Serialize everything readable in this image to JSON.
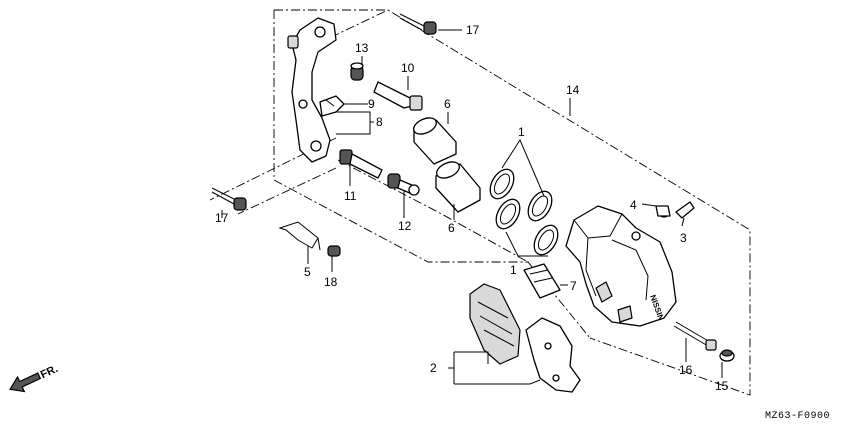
{
  "diagram": {
    "drawing_code": "MZ63-F0900",
    "direction_label": "FR.",
    "caliper_brand": "NISSIN",
    "callouts": [
      {
        "id": "c1a",
        "label": "1"
      },
      {
        "id": "c1b",
        "label": "1"
      },
      {
        "id": "c2",
        "label": "2"
      },
      {
        "id": "c3",
        "label": "3"
      },
      {
        "id": "c4",
        "label": "4"
      },
      {
        "id": "c5",
        "label": "5"
      },
      {
        "id": "c6a",
        "label": "6"
      },
      {
        "id": "c6b",
        "label": "6"
      },
      {
        "id": "c7",
        "label": "7"
      },
      {
        "id": "c8",
        "label": "8"
      },
      {
        "id": "c9",
        "label": "9"
      },
      {
        "id": "c10",
        "label": "10"
      },
      {
        "id": "c11",
        "label": "11"
      },
      {
        "id": "c12",
        "label": "12"
      },
      {
        "id": "c13",
        "label": "13"
      },
      {
        "id": "c14",
        "label": "14"
      },
      {
        "id": "c15",
        "label": "15"
      },
      {
        "id": "c16",
        "label": "16"
      },
      {
        "id": "c17a",
        "label": "17"
      },
      {
        "id": "c17b",
        "label": "17"
      },
      {
        "id": "c18",
        "label": "18"
      }
    ]
  }
}
